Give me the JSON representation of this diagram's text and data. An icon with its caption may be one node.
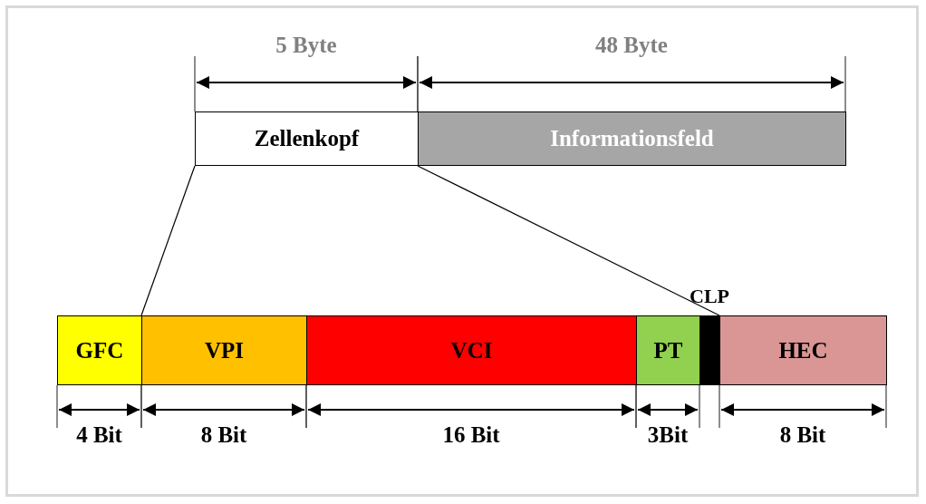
{
  "diagram": {
    "nodes": [
      {
        "text": [
          "Zellenkopf"
        ]
      },
      {
        "text": [
          "Informationsfeld"
        ]
      },
      {
        "text": [
          "GFC"
        ]
      },
      {
        "text": [
          "VPI"
        ]
      },
      {
        "text": [
          "VCI"
        ]
      },
      {
        "text": [
          "PT"
        ]
      },
      {
        "text": [
          "CLP"
        ]
      },
      {
        "text": [
          "HEC"
        ]
      }
    ],
    "edges": [
      {
        "from": 0,
        "to": 2,
        "arrow": "none"
      },
      {
        "from": 0,
        "to": 7,
        "arrow": "none"
      }
    ],
    "labels": [
      "5 Byte",
      "48 Byte",
      "4 Bit",
      "8 Bit",
      "16 Bit",
      "3Bit",
      "8 Bit"
    ]
  }
}
